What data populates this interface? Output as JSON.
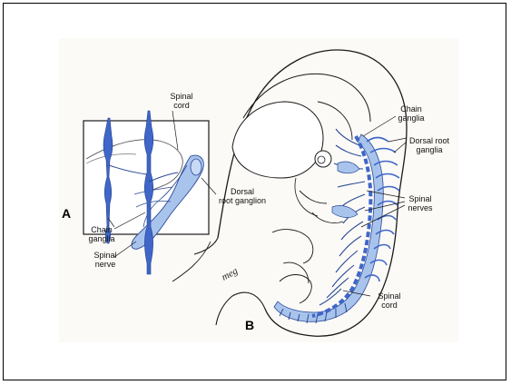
{
  "panel_a": {
    "letter": "A",
    "labels": {
      "spinal_cord": "Spinal\ncord",
      "dorsal_root_ganglion": "Dorsal\nroot ganglion",
      "chain_ganglia": "Chain\nganglia",
      "spinal_nerve": "Spinal\nnerve"
    }
  },
  "panel_b": {
    "letter": "B",
    "labels": {
      "chain_ganglia": "Chain\nganglia",
      "dorsal_root_ganglia": "Dorsal root\nganglia",
      "spinal_nerves": "Spinal\nnerves",
      "spinal_cord": "Spinal\ncord"
    },
    "signature": "meg"
  },
  "colors": {
    "ganglion_blue": "#3f66c8",
    "light_blue": "#a9c4ec",
    "line": "#1a1a1a"
  }
}
